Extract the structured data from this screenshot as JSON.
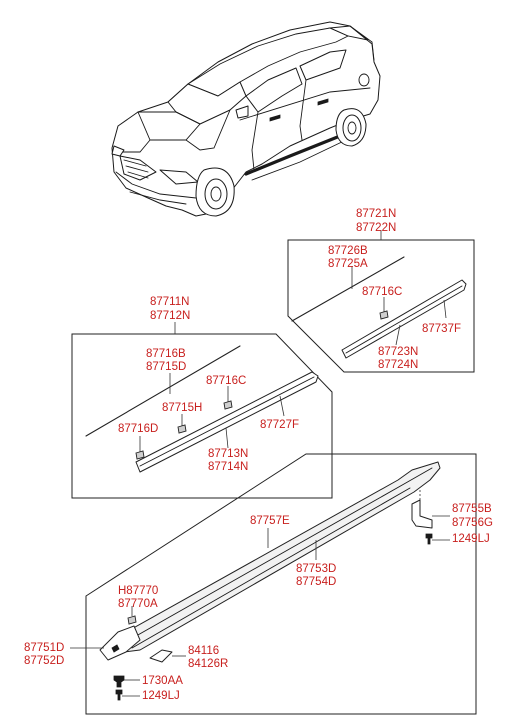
{
  "labels": {
    "l87721N": "87721N",
    "l87722N": "87722N",
    "l87726B": "87726B",
    "l87725A": "87725A",
    "l87716C_top": "87716C",
    "l87737F": "87737F",
    "l87723N": "87723N",
    "l87724N": "87724N",
    "l87711N": "87711N",
    "l87712N": "87712N",
    "l87716B": "87716B",
    "l87715D": "87715D",
    "l87716C_mid": "87716C",
    "l87715H": "87715H",
    "l87727F": "87727F",
    "l87716D": "87716D",
    "l87713N": "87713N",
    "l87714N": "87714N",
    "l87757E": "87757E",
    "l87755B": "87755B",
    "l87756G": "87756G",
    "l1249LJ_right": "1249LJ",
    "l87753D": "87753D",
    "l87754D": "87754D",
    "lH87770": "H87770",
    "l87770A": "87770A",
    "l87751D": "87751D",
    "l87752D": "87752D",
    "l84116": "84116",
    "l84126R": "84126R",
    "l1730AA": "1730AA",
    "l1249LJ_left": "1249LJ"
  }
}
